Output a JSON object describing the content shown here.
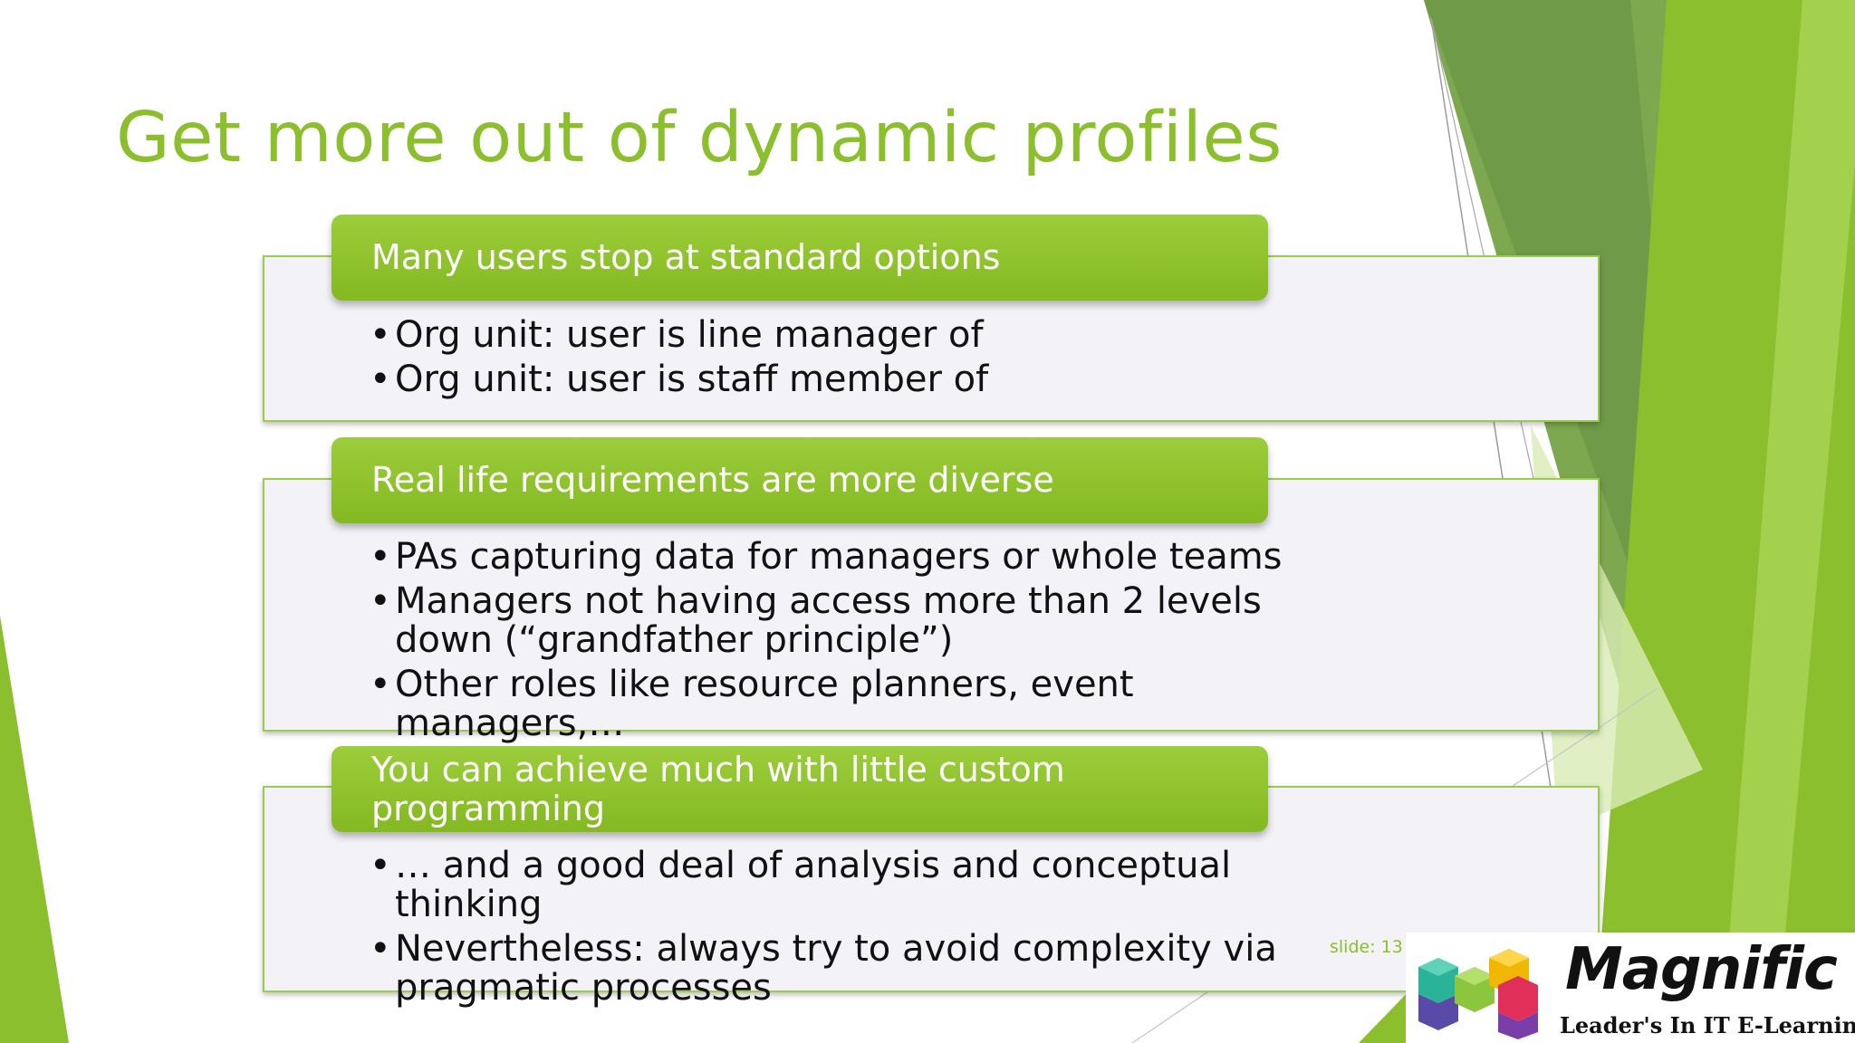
{
  "slide": {
    "title": "Get more out of dynamic profiles",
    "slide_number": "slide: 13",
    "accent_color": "#8cbf2d",
    "sections": [
      {
        "header": "Many users stop at standard options",
        "bullets": [
          "Org unit: user is line manager of",
          "Org unit: user is staff member of"
        ]
      },
      {
        "header": "Real life requirements are more diverse",
        "bullets": [
          "PAs capturing data for managers or whole teams",
          "Managers not having access more than 2 levels down (“grandfather principle”)",
          "Other roles like resource planners, event managers,…"
        ]
      },
      {
        "header": "You can achieve much with little custom programming",
        "bullets": [
          "… and a good deal of analysis and conceptual thinking",
          "Nevertheless: always try to avoid complexity via pragmatic processes"
        ]
      }
    ]
  },
  "logo": {
    "name": "Magnific",
    "tagline": "Leader's In IT E-Learning"
  }
}
